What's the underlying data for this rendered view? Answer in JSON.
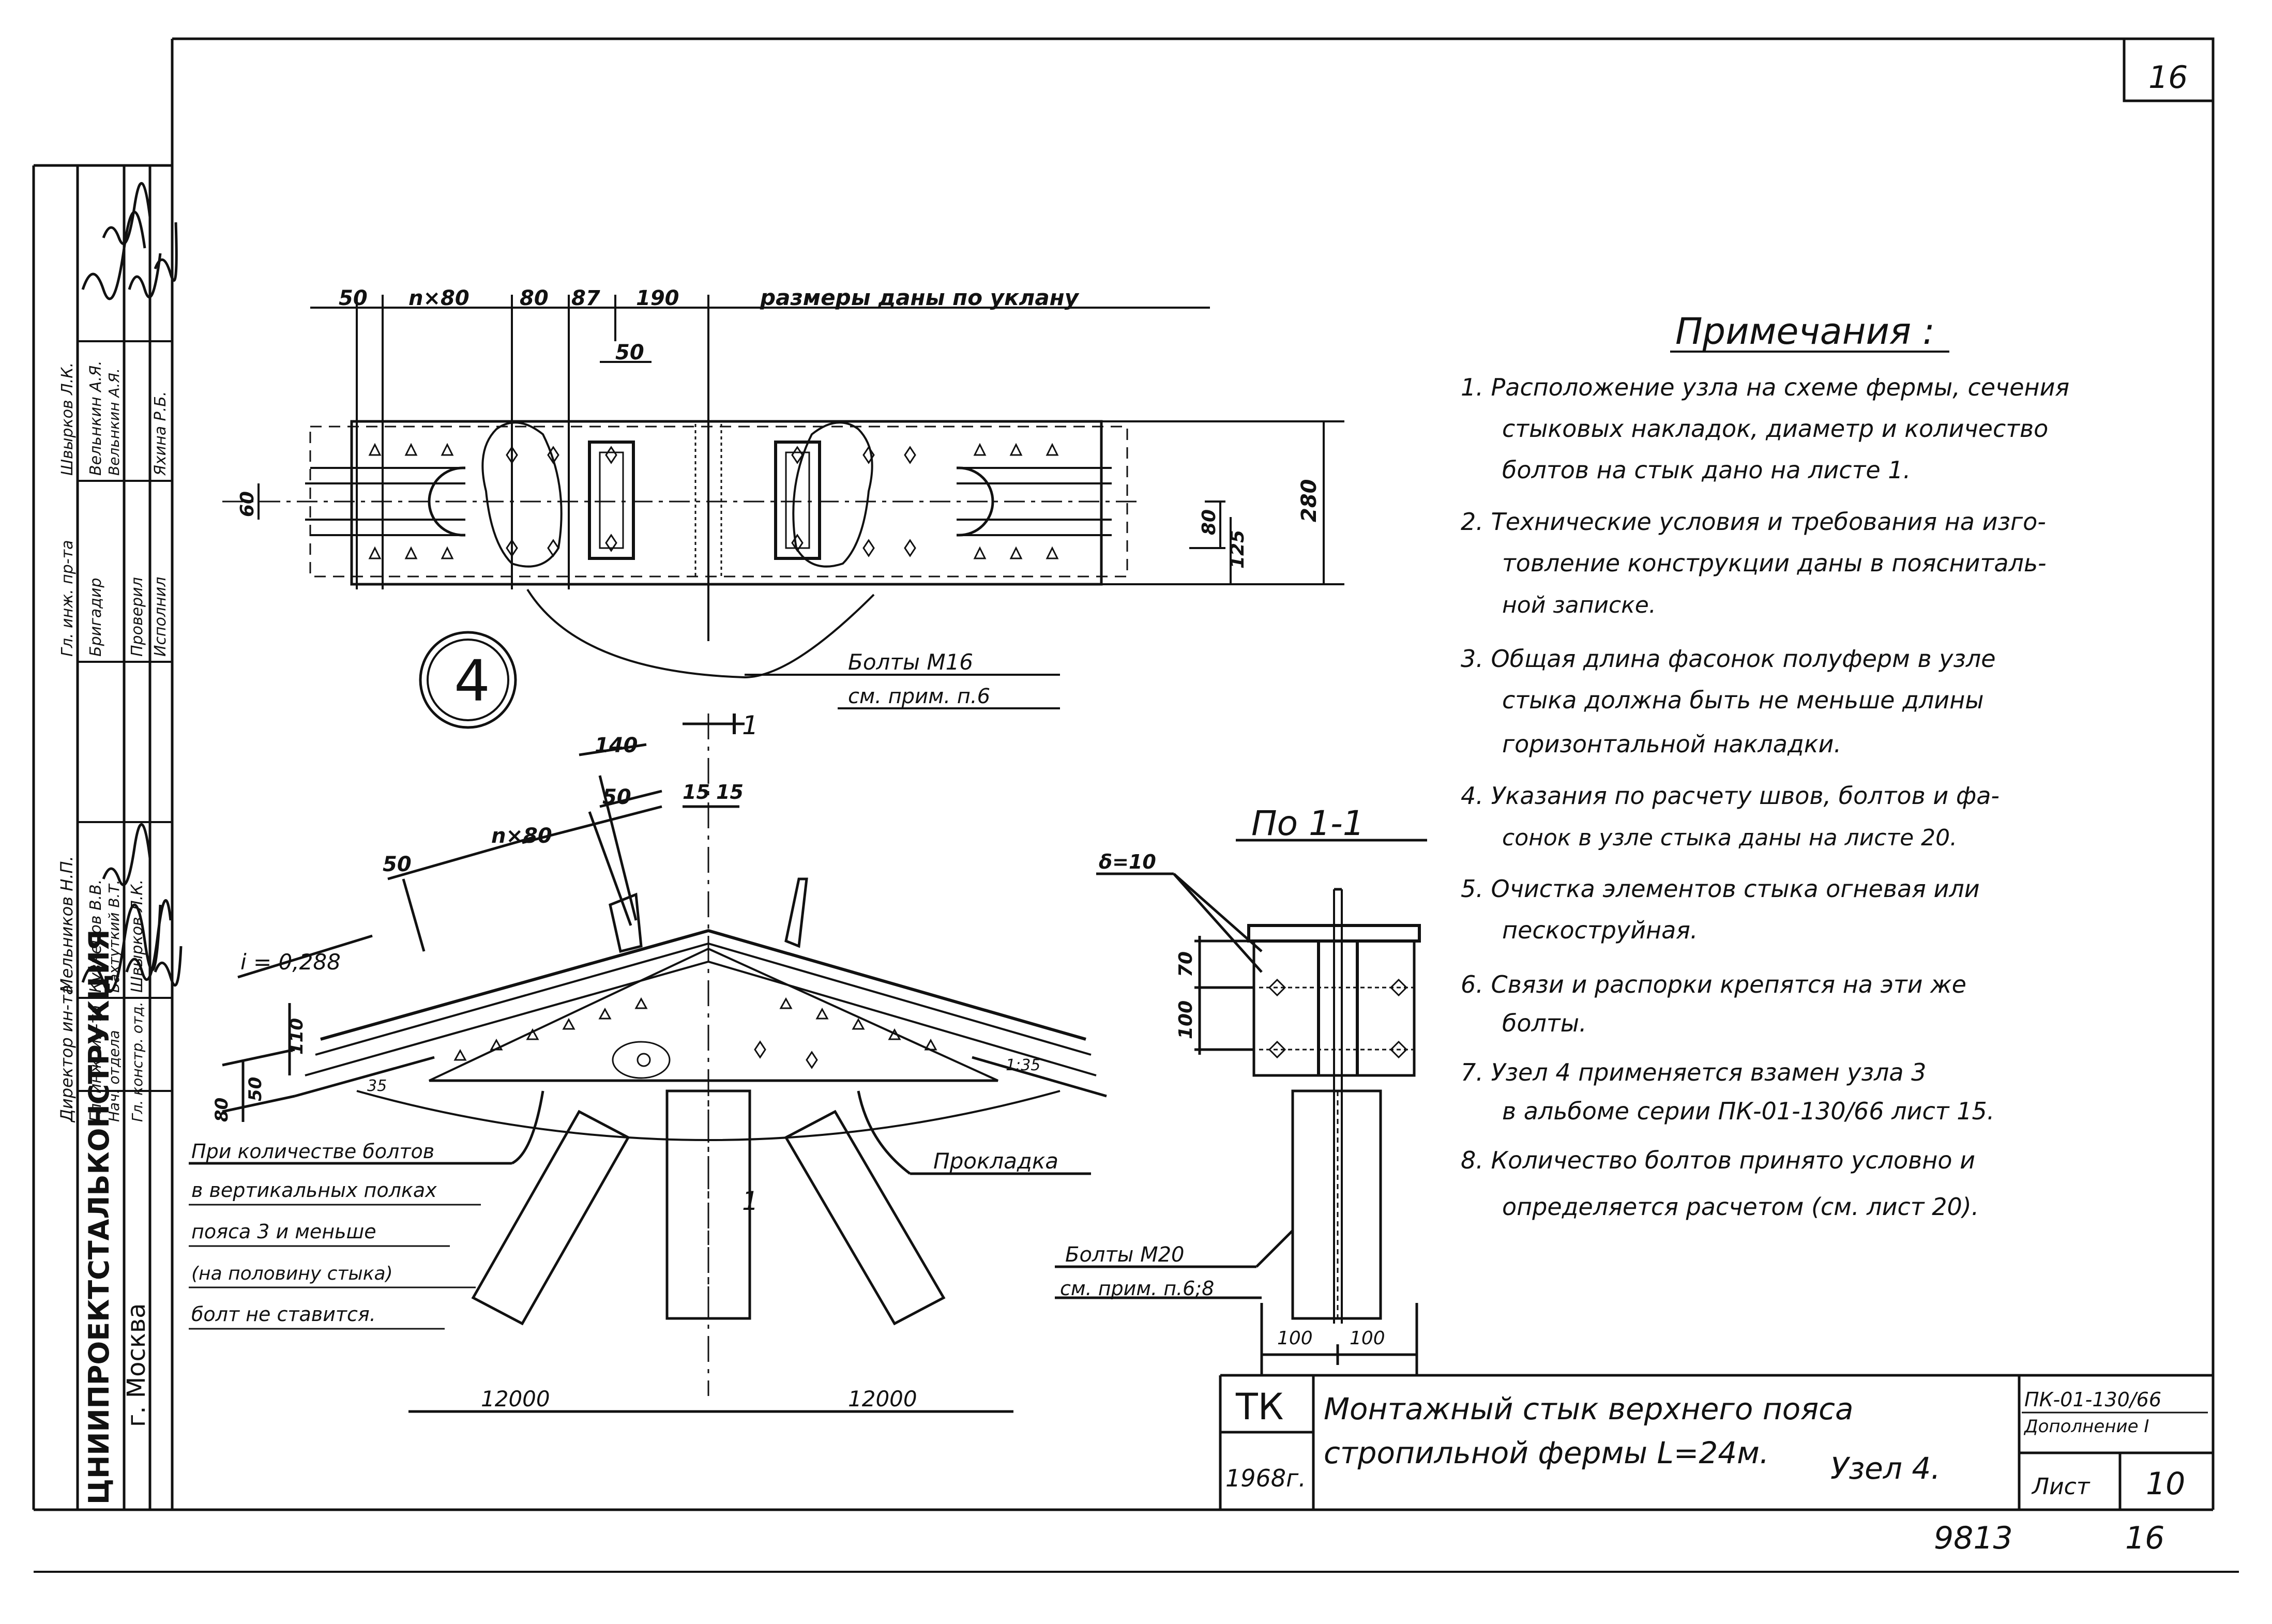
{
  "sheet": {
    "page_number": "16",
    "org": "ЦНИИПРОЕКТСТАЛЬКОНСТРУКЦИЯ",
    "city": "г. Москва",
    "bottom_code": "9813",
    "bottom_page": "16"
  },
  "approvals": [
    {
      "role": "Директор ин-та",
      "name": "Мельников Н.П."
    },
    {
      "role": "Гл. инж. ин-та",
      "name": "Кузнецов В.В."
    },
    {
      "role": "Нач. отдела",
      "name": "Бахтуткий В.Т."
    },
    {
      "role": "Гл. констр. отд.",
      "name": "Швырков Л.К."
    },
    {
      "role": "Гл. инж. пр-та",
      "name": "Швырков Л.К."
    },
    {
      "role": "Бригадир",
      "name": "Вельнкин А.Я."
    },
    {
      "role": "Проверил",
      "name": "Вельнкин А.Я."
    },
    {
      "role": "Исполнил",
      "name": "Яхина Р.Б."
    }
  ],
  "plan_view": {
    "dims_top": [
      "50",
      "n×80",
      "80",
      "87",
      "190"
    ],
    "dims_note": "размеры даны по уклану",
    "dim_50": "50",
    "dim_60": "60",
    "dim_80": "80",
    "dim_125": "125",
    "dim_280": "280",
    "bolts_label": "Болты М16",
    "bolts_ref": "см. прим. п.6"
  },
  "node": {
    "number": "4"
  },
  "elevation": {
    "dim_140": "140",
    "dim_50a": "50",
    "dim_n80": "n×80",
    "dim_50b": "50",
    "dim_15a": "15",
    "dim_15b": "15",
    "slope": "i = 0,288",
    "dim_110": "110",
    "dim_50c": "50",
    "dim_80": "80",
    "dim_35a": "35",
    "dim_35b": "1:35",
    "section_mark": "1",
    "span_left": "12000",
    "span_right": "12000",
    "gasket": "Прокладка",
    "note_lines": [
      "При количестве болтов",
      "в вертикальных полках",
      "пояса 3 и меньше",
      "(на половину стыка)",
      "болт не ставится."
    ]
  },
  "section": {
    "title": "По 1-1",
    "thickness": "δ=10",
    "dim_70": "70",
    "dim_100": "100",
    "bolts_label": "Болты М20",
    "bolts_ref": "см. прим. п.6;8",
    "dim_100a": "100",
    "dim_100b": "100"
  },
  "notes": {
    "title": "Примечания :",
    "lines": [
      "1. Расположение узла на схеме фермы, сечения",
      "стыковых накладок, диаметр и количество",
      "болтов на стык дано на листе 1.",
      "2. Технические условия и требования на изго-",
      "товление конструкции даны в поясниталь-",
      "ной записке.",
      "3. Общая длина фасонок полуферм в узле",
      "стыка должна быть не меньше длины",
      "горизонтальной накладки.",
      "4. Указания по расчету швов, болтов и фа-",
      "сонок в узле стыка даны на листе 20.",
      "5. Очистка элементов стыка огневая или",
      "пескоструйная.",
      "6. Связи и распорки крепятся на эти же",
      "болты.",
      "7. Узел 4 применяется взамен узла 3",
      "в альбоме серии ПК-01-130/66 лист 15.",
      "8. Количество болтов принято условно и",
      "определяется расчетом (см. лист 20)."
    ]
  },
  "title_block": {
    "tk": "ТК",
    "year": "1968г.",
    "title_line1": "Монтажный стык верхнего пояса",
    "title_line2": "стропильной фермы L=24м.",
    "node_label": "Узел 4.",
    "series": "ПК-01-130/66",
    "supplement": "Дополнение I",
    "sheet_label": "Лист",
    "sheet_num": "10"
  }
}
